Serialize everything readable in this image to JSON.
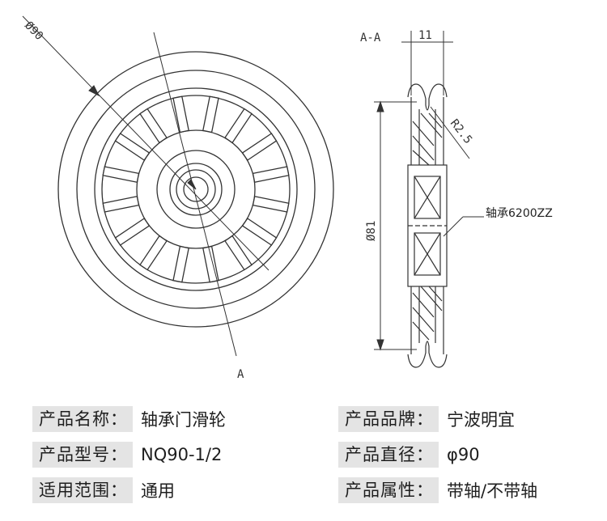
{
  "drawing": {
    "front_view": {
      "diameter_label": "Ø90",
      "section_marker": "A"
    },
    "section_view": {
      "title": "A-A",
      "width_label": "11",
      "radius_label": "R2.5",
      "height_label": "Ø81",
      "callout_label": "轴承6200ZZ"
    }
  },
  "specs": {
    "rows": [
      {
        "label": "产品名称：",
        "value": "轴承门滑轮"
      },
      {
        "label": "产品型号：",
        "value": "NQ90-1/2"
      },
      {
        "label": "适用范围：",
        "value": "通用"
      },
      {
        "label": "产品品牌：",
        "value": "宁波明宜"
      },
      {
        "label": "产品直径：",
        "value": "φ90"
      },
      {
        "label": "产品属性：",
        "value": "带轴/不带轴"
      }
    ]
  }
}
